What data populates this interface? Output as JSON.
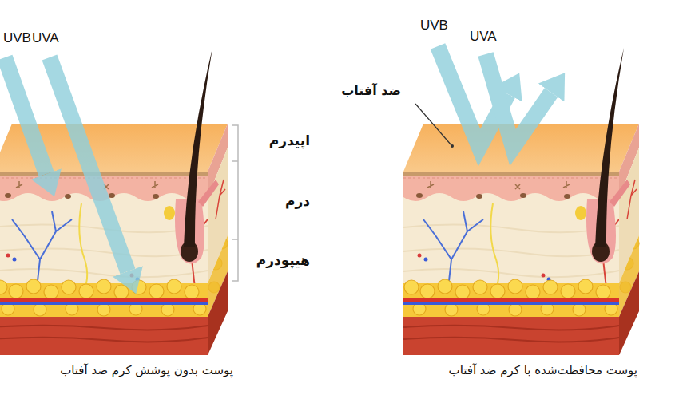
{
  "diagram": {
    "labels": [
      "UVB",
      "UVA",
      "اپیدرم",
      "درم",
      "هیپودرم",
      "پوست بدون پوشش کرم ضد آفتاب",
      "UVB",
      "UVA",
      "ضد آفتاب",
      "پوست محافظت‌شده با کرم ضد آفتاب"
    ]
  }
}
